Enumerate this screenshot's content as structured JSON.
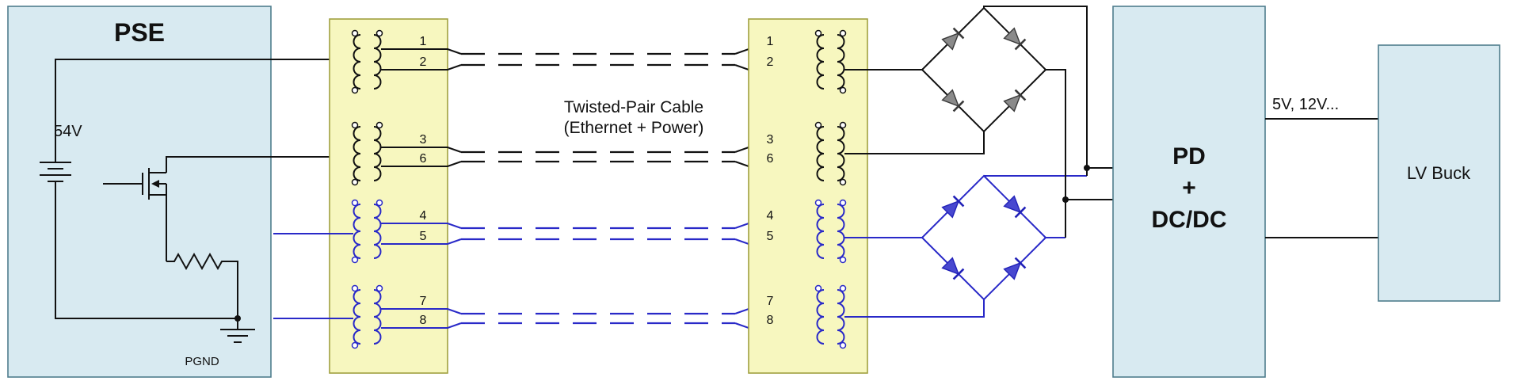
{
  "pse": {
    "title": "PSE",
    "voltage_label": "54V",
    "ground_label": "PGND"
  },
  "cable": {
    "label_line1": "Twisted-Pair Cable",
    "label_line2": "(Ethernet + Power)"
  },
  "pse_magnetics": {
    "pins": [
      "1",
      "2",
      "3",
      "6",
      "4",
      "5",
      "7",
      "8"
    ]
  },
  "pd_magnetics": {
    "pins": [
      "1",
      "2",
      "3",
      "6",
      "4",
      "5",
      "7",
      "8"
    ]
  },
  "pd": {
    "line1": "PD",
    "line2": "+",
    "line3": "DC/DC"
  },
  "output": {
    "voltages_label": "5V, 12V..."
  },
  "lv_buck": {
    "label": "LV Buck"
  },
  "colors": {
    "block_fill": "#d8eaf1",
    "block_border": "#4f7d8d",
    "magnetics_fill": "#f7f7bf",
    "magnetics_border": "#a0a040",
    "wire_black": "#111111",
    "wire_blue": "#2929c8",
    "diode_gray": "#8a8a8a"
  }
}
